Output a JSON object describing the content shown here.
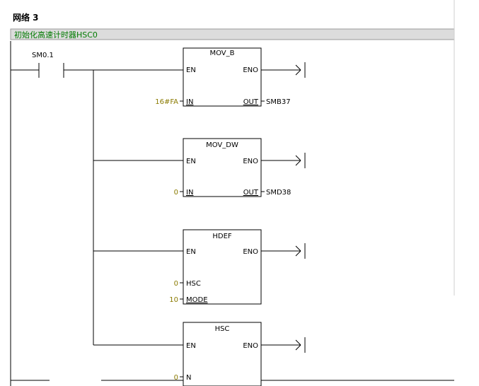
{
  "network": {
    "title": "网络 3",
    "comment": "初始化高速计时器HSC0"
  },
  "contact": {
    "label": "SM0.1"
  },
  "blocks": [
    {
      "name": "MOV_B",
      "en": "EN",
      "eno": "ENO",
      "inputs": [
        {
          "pin": "IN",
          "value": "16#FA",
          "underline": true
        }
      ],
      "outputs": [
        {
          "pin": "OUT",
          "value": "SMB37",
          "underline": true
        }
      ]
    },
    {
      "name": "MOV_DW",
      "en": "EN",
      "eno": "ENO",
      "inputs": [
        {
          "pin": "IN",
          "value": "0",
          "underline": true
        }
      ],
      "outputs": [
        {
          "pin": "OUT",
          "value": "SMD38",
          "underline": true
        }
      ]
    },
    {
      "name": "HDEF",
      "en": "EN",
      "eno": "ENO",
      "inputs": [
        {
          "pin": "HSC",
          "value": "0",
          "underline": false
        },
        {
          "pin": "MODE",
          "value": "10",
          "underline": true
        }
      ],
      "outputs": []
    },
    {
      "name": "HSC",
      "en": "EN",
      "eno": "ENO",
      "inputs": [
        {
          "pin": "N",
          "value": "0",
          "underline": false
        }
      ],
      "outputs": []
    }
  ]
}
